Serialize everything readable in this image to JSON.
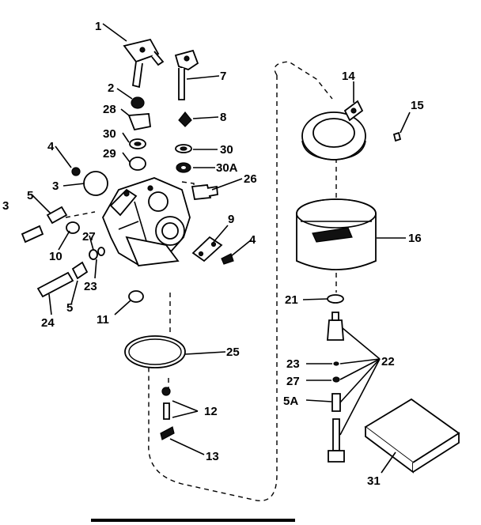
{
  "labels": {
    "l1": "1",
    "l2": "2",
    "l3a": "3",
    "l3b": "3",
    "l4a": "4",
    "l4b": "4",
    "l5a": "5",
    "l5b": "5",
    "l7": "7",
    "l8": "8",
    "l9": "9",
    "l10": "10",
    "l11": "11",
    "l12": "12",
    "l13": "13",
    "l14": "14",
    "l15": "15",
    "l16": "16",
    "l21": "21",
    "l22": "22",
    "l23a": "23",
    "l23b": "23",
    "l24": "24",
    "l25": "25",
    "l26": "26",
    "l27a": "27",
    "l27b": "27",
    "l28": "28",
    "l29": "29",
    "l30a": "30",
    "l30b": "30",
    "l30A": "30A",
    "l31": "31",
    "l5A": "5A"
  }
}
